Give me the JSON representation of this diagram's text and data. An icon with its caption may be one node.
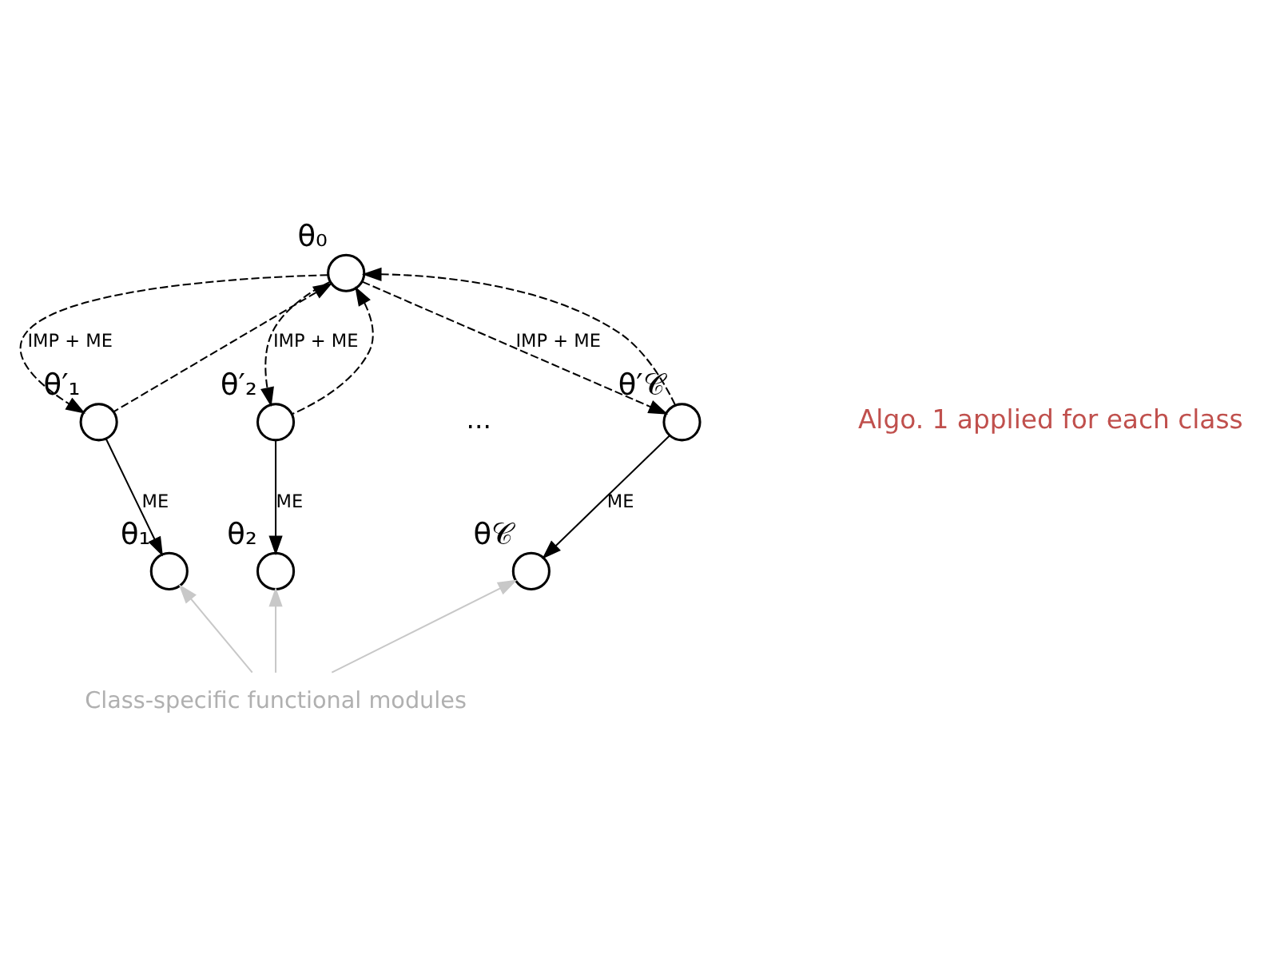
{
  "diagram": {
    "nodes": [
      {
        "text": [],
        "shape": "circle",
        "beside": [
          "θ₀"
        ]
      },
      {
        "text": [],
        "shape": "circle",
        "beside": [
          "θ′₁"
        ]
      },
      {
        "text": [],
        "shape": "circle",
        "beside": [
          "θ′₂"
        ]
      },
      {
        "text": [],
        "shape": "circle",
        "beside": [
          "θ′𝒞"
        ]
      },
      {
        "text": [],
        "shape": "circle",
        "beside": [
          "θ₁"
        ]
      },
      {
        "text": [],
        "shape": "circle",
        "beside": [
          "θ₂"
        ]
      },
      {
        "text": [],
        "shape": "circle",
        "beside": [
          "θ𝒞"
        ]
      },
      {
        "text": [
          "Class-specific functional modules"
        ]
      }
    ],
    "edges": [
      {
        "from": 0,
        "to": 1,
        "arrow": "to",
        "style": "dashed",
        "label": "IMP + ME"
      },
      {
        "from": 1,
        "to": 0,
        "arrow": "to",
        "style": "dashed"
      },
      {
        "from": 0,
        "to": 2,
        "arrow": "to",
        "style": "dashed",
        "label": "IMP + ME"
      },
      {
        "from": 2,
        "to": 0,
        "arrow": "to",
        "style": "dashed"
      },
      {
        "from": 0,
        "to": 3,
        "arrow": "to",
        "style": "dashed",
        "label": "IMP + ME"
      },
      {
        "from": 3,
        "to": 0,
        "arrow": "to",
        "style": "dashed"
      },
      {
        "from": 1,
        "to": 4,
        "arrow": "to",
        "label": "ME"
      },
      {
        "from": 2,
        "to": 5,
        "arrow": "to",
        "label": "ME"
      },
      {
        "from": 3,
        "to": 6,
        "arrow": "to",
        "label": "ME"
      },
      {
        "from": 7,
        "to": 4,
        "arrow": "to",
        "color": "#c8c8c8"
      },
      {
        "from": 7,
        "to": 5,
        "arrow": "to",
        "color": "#c8c8c8"
      },
      {
        "from": 7,
        "to": 6,
        "arrow": "to",
        "color": "#c8c8c8"
      }
    ],
    "labels": [
      "...",
      "Algo. 1 applied for each class"
    ]
  }
}
